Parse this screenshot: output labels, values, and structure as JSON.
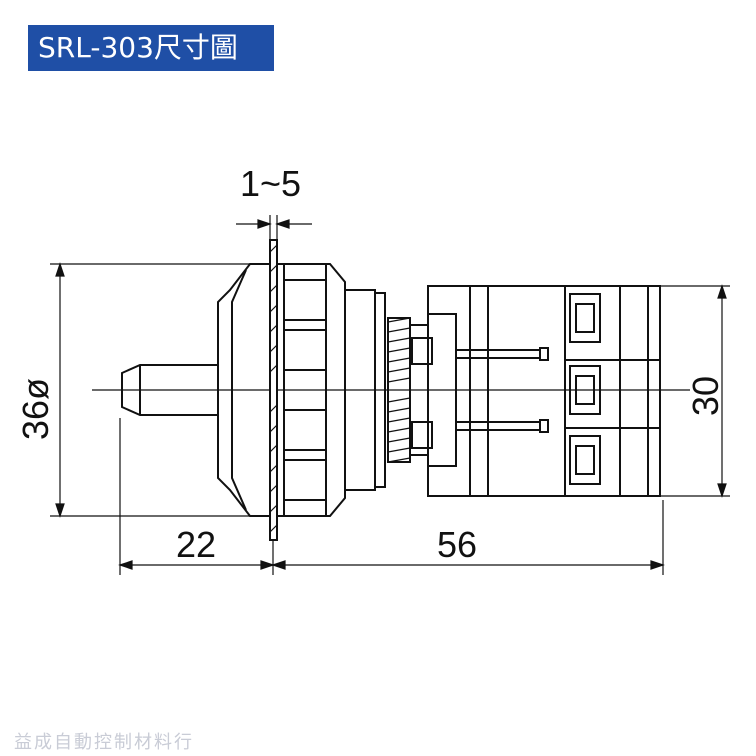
{
  "title": "SRL-303尺寸圖",
  "dimensions": {
    "panel_thickness": "1~5",
    "diameter": "36ø",
    "shaft_length": "22",
    "body_length": "56",
    "height": "30"
  },
  "watermark": "益成自動控制材料行",
  "colors": {
    "title_bg": "#1f4fa6",
    "line": "#111111",
    "watermark": "#c9ccd6"
  }
}
